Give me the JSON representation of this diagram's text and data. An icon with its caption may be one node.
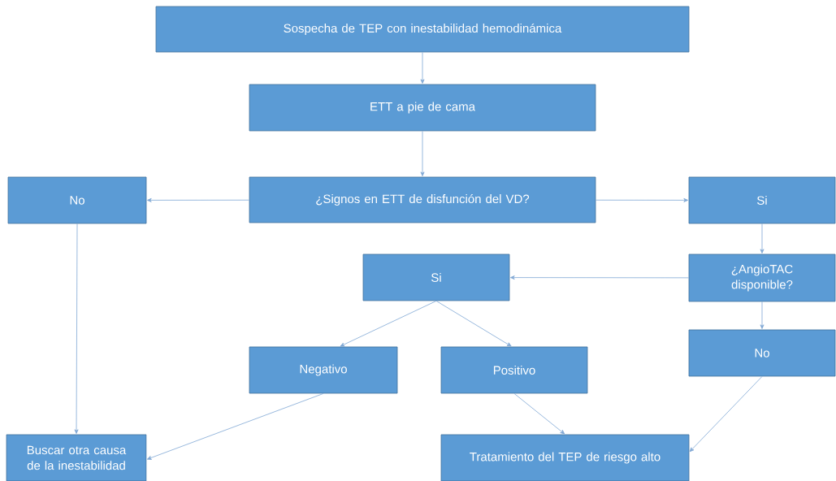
{
  "diagram": {
    "nodes": [
      {
        "text": [
          "Sospecha de TEP con inestabilidad hemodinámica"
        ]
      },
      {
        "text": [
          "ETT a pie de cama"
        ]
      },
      {
        "text": [
          "¿Signos en ETT de disfunción del VD?"
        ]
      },
      {
        "text": [
          "No"
        ]
      },
      {
        "text": [
          "Si"
        ]
      },
      {
        "text": [
          "¿AngioTAC disponible?"
        ]
      },
      {
        "text": [
          "Si"
        ]
      },
      {
        "text": [
          "No"
        ]
      },
      {
        "text": [
          "Negativo"
        ]
      },
      {
        "text": [
          "Positivo"
        ]
      },
      {
        "text": [
          "Buscar otra causa de la inestabilidad"
        ]
      },
      {
        "text": [
          "Tratamiento del TEP de riesgo alto"
        ]
      }
    ],
    "edges": [
      {
        "from": 0,
        "to": 1,
        "arrow": "to"
      },
      {
        "from": 1,
        "to": 2,
        "arrow": "to"
      },
      {
        "from": 2,
        "to": 3,
        "arrow": "to"
      },
      {
        "from": 2,
        "to": 4,
        "arrow": "to"
      },
      {
        "from": 4,
        "to": 5,
        "arrow": "to"
      },
      {
        "from": 5,
        "to": 6,
        "arrow": "to"
      },
      {
        "from": 5,
        "to": 7,
        "arrow": "to"
      },
      {
        "from": 6,
        "to": 8,
        "arrow": "to"
      },
      {
        "from": 6,
        "to": 9,
        "arrow": "to"
      },
      {
        "from": 3,
        "to": 10,
        "arrow": "to"
      },
      {
        "from": 8,
        "to": 10,
        "arrow": "to"
      },
      {
        "from": 9,
        "to": 11,
        "arrow": "to"
      },
      {
        "from": 7,
        "to": 11,
        "arrow": "to"
      }
    ]
  }
}
